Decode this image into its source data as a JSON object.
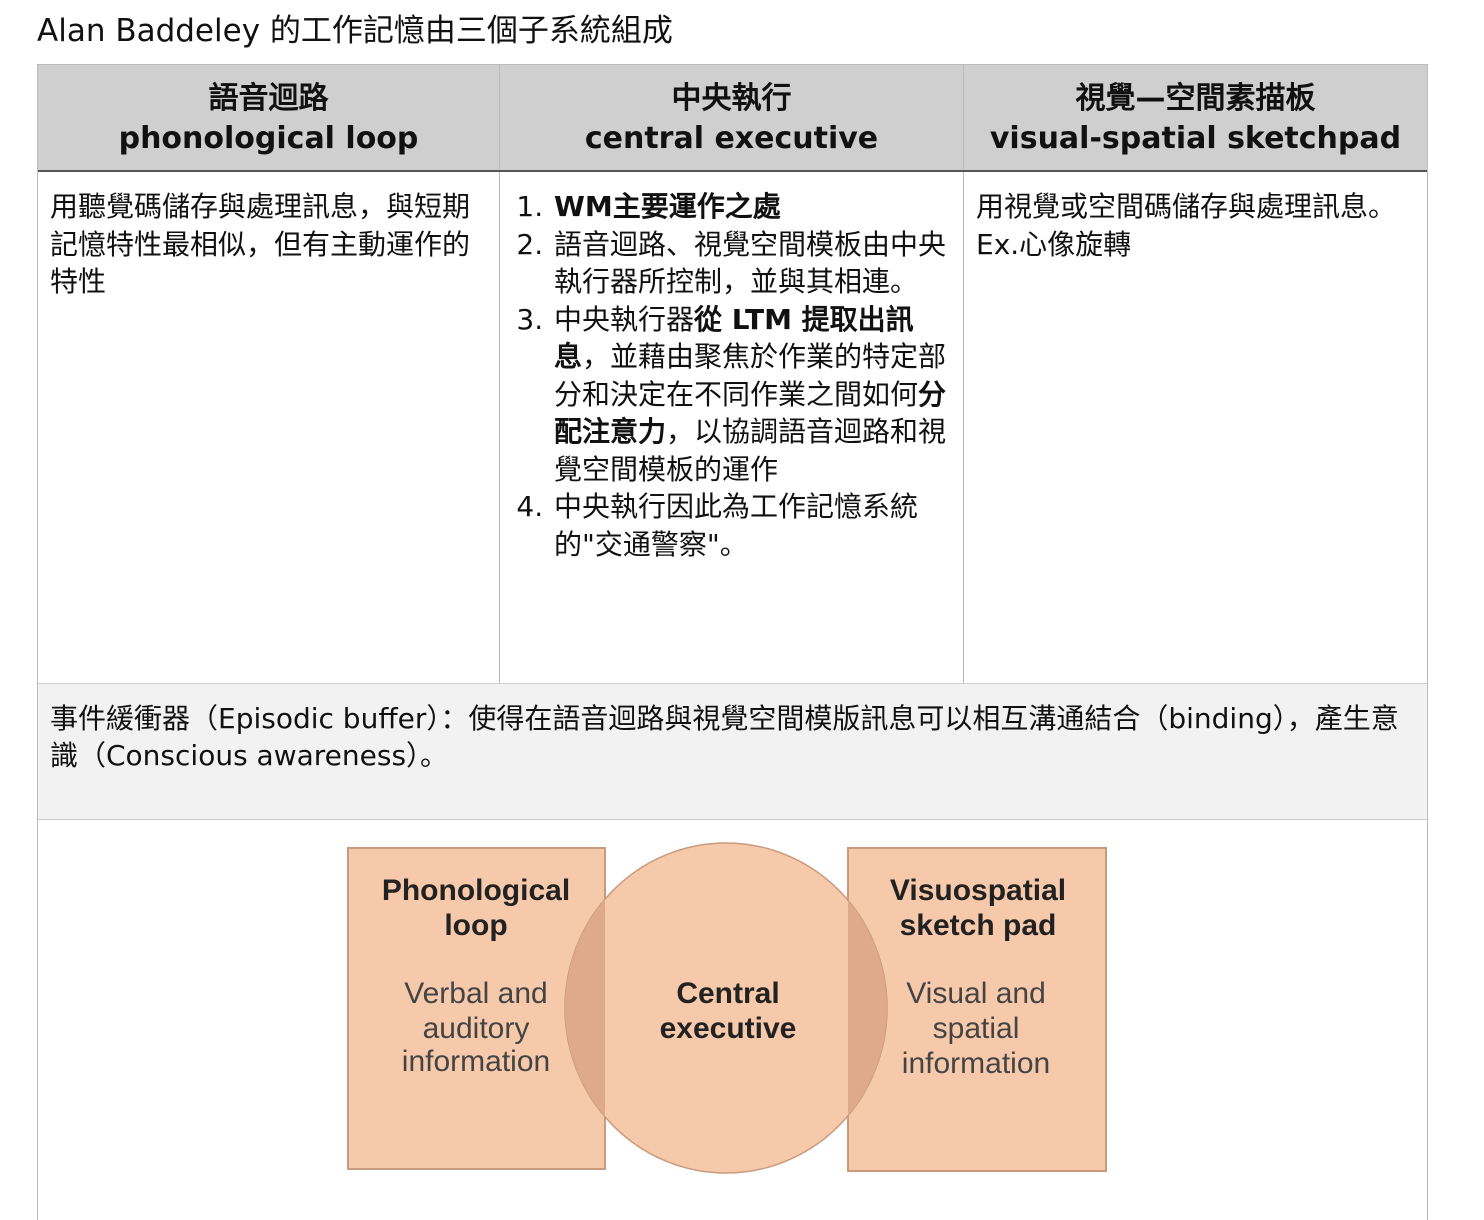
{
  "title": "Alan Baddeley 的工作記憶由三個子系統組成",
  "table": {
    "headers": [
      {
        "zh": "語音迴路",
        "en": "phonological loop"
      },
      {
        "zh": "中央執行",
        "en": "central executive"
      },
      {
        "zh": "視覺—空間素描板",
        "en": "visual-spatial sketchpad"
      }
    ],
    "col1": "用聽覺碼儲存與處理訊息，與短期記憶特性最相似，但有主動運作的特性",
    "col2_items": [
      {
        "bold": "WM主要運作之處"
      },
      {
        "text": "語音迴路、視覺空間模板由中央執行器所控制，並與其相連。"
      },
      {
        "a": "中央執行器",
        "b": "從 LTM 提取出訊息",
        "c": "，並藉由聚焦於作業的特定部分和決定在不同作業之間如何",
        "d": "分配注意力",
        "e": "，以協調語音迴路和視覺空間模板的運作"
      },
      {
        "text": "中央執行因此為工作記憶系統的\"交通警察\"。"
      }
    ],
    "col3": "用視覺或空間碼儲存與處理訊息。Ex.心像旋轉",
    "episodic": "事件緩衝器（Episodic buffer）：使得在語音迴路與視覺空間模版訊息可以相互溝通結合（binding），產生意識（Conscious awareness）。"
  },
  "diagram": {
    "left": {
      "title1": "Phonological",
      "title2": "loop",
      "d1": "Verbal and",
      "d2": "auditory",
      "d3": "information"
    },
    "center": {
      "t1": "Central",
      "t2": "executive"
    },
    "right": {
      "title1": "Visuospatial",
      "title2": "sketch pad",
      "d1": "Visual and",
      "d2": "spatial",
      "d3": "information"
    },
    "colors": {
      "fill": "#f7c9ab",
      "overlap": "#dfa98b",
      "stroke": "#c99a7e"
    }
  }
}
